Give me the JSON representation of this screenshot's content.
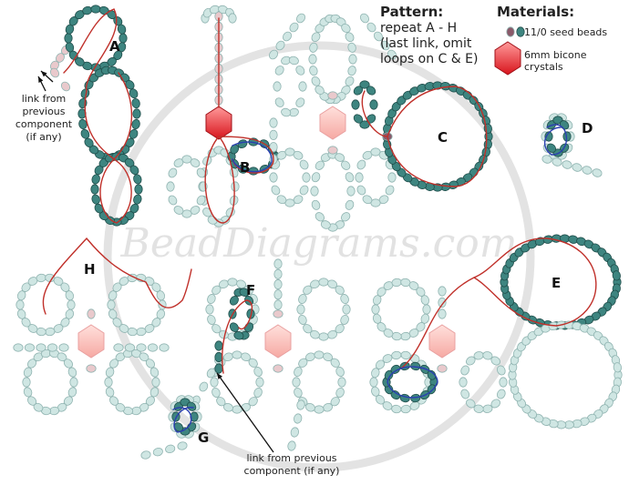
{
  "pattern": {
    "heading": "Pattern:",
    "lines": [
      "repeat A - H",
      "(last link, omit",
      "loops on C & E)"
    ]
  },
  "materials": {
    "heading": "Materials:",
    "seed_beads": "11/0 seed beads",
    "crystals_line1": "6mm bicone",
    "crystals_line2": "crystals"
  },
  "notes": {
    "top_link": [
      "link from",
      "previous",
      "component",
      "(if any)"
    ],
    "bottom_link": [
      "link from previous",
      "component (if any)"
    ]
  },
  "labels": {
    "A": "A",
    "B": "B",
    "C": "C",
    "D": "D",
    "E": "E",
    "F": "F",
    "G": "G",
    "H": "H"
  },
  "watermark": "BeadDiagrams.com",
  "colors": {
    "bead_plain": "#cfe6e3",
    "bead_teal": "#3e8580",
    "bead_mauve": "#8a5a6a",
    "thread_red": "#c0302a",
    "thread_blue": "#2a3fb0",
    "crystal": "#e8343a"
  }
}
